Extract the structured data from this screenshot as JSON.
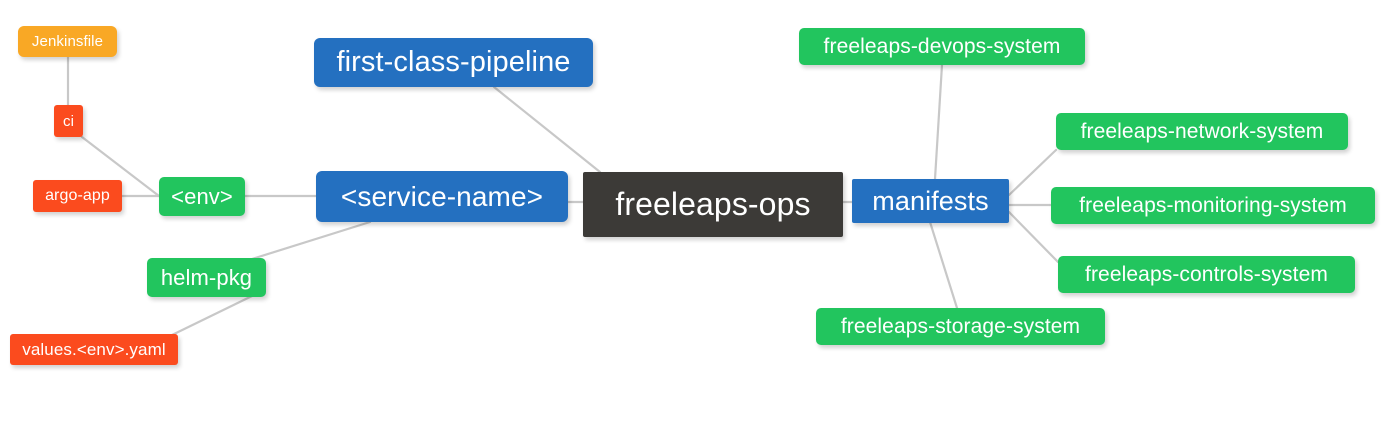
{
  "diagram": {
    "type": "mindmap",
    "title": "freeleaps-ops",
    "background": "#ffffff",
    "edge_color": "#c8c8c8",
    "palette": {
      "root": "#3c3a37",
      "blue": "#2470c0",
      "green": "#22c55e",
      "orange": "#f9a825",
      "red": "#fb4b1e",
      "text": "#ffffff"
    }
  },
  "nodes": [
    {
      "id": "jenkinsfile",
      "label": "Jenkinsfile",
      "color": "orange"
    },
    {
      "id": "ci",
      "label": "ci",
      "color": "red"
    },
    {
      "id": "argo-app",
      "label": "argo-app",
      "color": "red"
    },
    {
      "id": "env",
      "label": "<env>",
      "color": "green"
    },
    {
      "id": "helm-pkg",
      "label": "helm-pkg",
      "color": "green"
    },
    {
      "id": "values-yaml",
      "label": "values.<env>.yaml",
      "color": "red"
    },
    {
      "id": "pipeline",
      "label": "first-class-pipeline",
      "color": "blue"
    },
    {
      "id": "service-name",
      "label": "<service-name>",
      "color": "blue"
    },
    {
      "id": "root",
      "label": "freeleaps-ops",
      "color": "root"
    },
    {
      "id": "manifests",
      "label": "manifests",
      "color": "blue"
    },
    {
      "id": "devops",
      "label": "freeleaps-devops-system",
      "color": "green"
    },
    {
      "id": "network",
      "label": "freeleaps-network-system",
      "color": "green"
    },
    {
      "id": "monitoring",
      "label": "freeleaps-monitoring-system",
      "color": "green"
    },
    {
      "id": "controls",
      "label": "freeleaps-controls-system",
      "color": "green"
    },
    {
      "id": "storage",
      "label": "freeleaps-storage-system",
      "color": "green"
    }
  ],
  "edges": [
    {
      "from": "jenkinsfile",
      "to": "ci"
    },
    {
      "from": "ci",
      "to": "env"
    },
    {
      "from": "argo-app",
      "to": "env"
    },
    {
      "from": "env",
      "to": "service-name"
    },
    {
      "from": "values-yaml",
      "to": "helm-pkg"
    },
    {
      "from": "helm-pkg",
      "to": "service-name"
    },
    {
      "from": "pipeline",
      "to": "root"
    },
    {
      "from": "service-name",
      "to": "root"
    },
    {
      "from": "root",
      "to": "manifests"
    },
    {
      "from": "manifests",
      "to": "devops"
    },
    {
      "from": "manifests",
      "to": "network"
    },
    {
      "from": "manifests",
      "to": "monitoring"
    },
    {
      "from": "manifests",
      "to": "controls"
    },
    {
      "from": "manifests",
      "to": "storage"
    }
  ]
}
